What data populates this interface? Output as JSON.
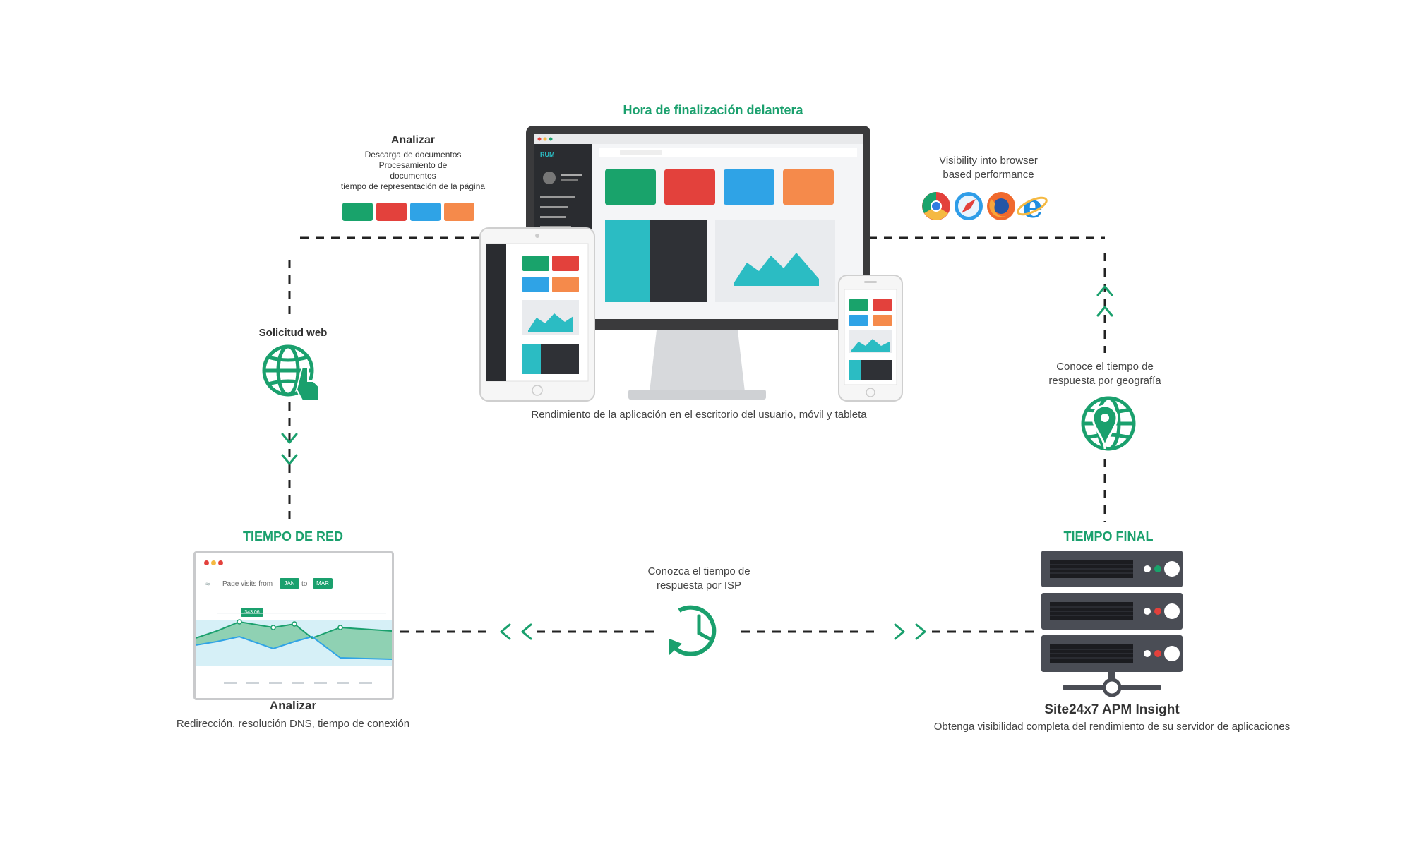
{
  "colors": {
    "accent_green": "#1aa06d",
    "dash": "#222222",
    "card_green": "#19a36b",
    "card_red": "#e3413c",
    "card_blue": "#2fa3e6",
    "card_orange": "#f58a4b",
    "teal": "#2bbcc3",
    "dark_panel": "#2f3136"
  },
  "top": {
    "title": "Hora de finalización delantera",
    "caption": "Rendimiento de la aplicación en el escritorio del usuario, móvil y tableta"
  },
  "analyze_top": {
    "title": "Analizar",
    "lines": [
      "Descarga de documentos",
      "Procesamiento de",
      "documentos",
      "tiempo de representación de la página"
    ]
  },
  "browser": {
    "line1": "Visibility into browser",
    "line2": "based performance",
    "icons": [
      "chrome-icon",
      "safari-icon",
      "firefox-icon",
      "ie-icon"
    ]
  },
  "web_request": {
    "label": "Solicitud web"
  },
  "geo": {
    "line1": "Conoce el tiempo de",
    "line2": "respuesta por geografía"
  },
  "isp": {
    "line1": "Conozca el tiempo de",
    "line2": "respuesta por ISP"
  },
  "network": {
    "title": "TIEMPO DE RED",
    "widget_label": "Page visits from",
    "from": "JAN",
    "to_word": "to",
    "to": "MAR",
    "badge": "343.06",
    "analyze_title": "Analizar",
    "analyze_desc": "Redirección, resolución DNS, tiempo de conexión"
  },
  "backend": {
    "title": "TIEMPO FINAL",
    "product": "Site24x7 APM Insight",
    "desc": "Obtenga visibilidad completa del rendimiento de su servidor de aplicaciones"
  }
}
